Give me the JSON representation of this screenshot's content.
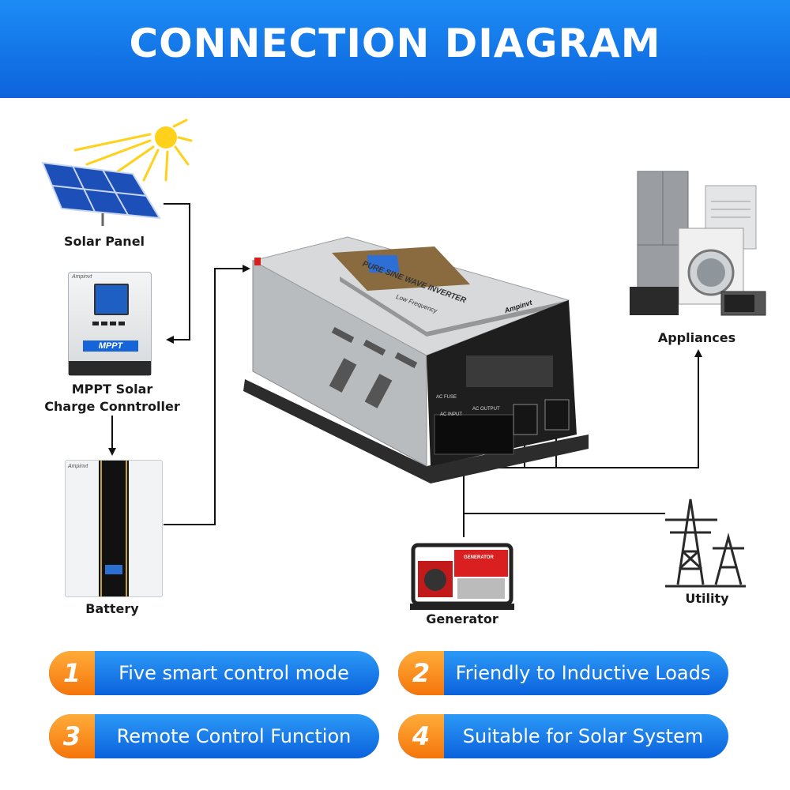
{
  "header": {
    "title": "CONNECTION DIAGRAM"
  },
  "components": {
    "solar_panel": "Solar Panel",
    "controller_line1": "MPPT Solar",
    "controller_line2": "Charge Conntroller",
    "battery": "Battery",
    "appliances": "Appliances",
    "generator": "Generator",
    "utility": "Utility"
  },
  "devices": {
    "controller_brand": "Ampinvt",
    "controller_badge": "MPPT",
    "battery_brand": "Ampinvt",
    "inverter_brand": "Ampinvt",
    "inverter_model_text": "PURE SINE WAVE INVERTER",
    "inverter_sub_text": "Low Frequency",
    "port_ac_input": "AC INPUT",
    "port_ac_output": "AC OUTPUT",
    "port_ac_fuse": "AC FUSE",
    "generator_label": "GENERATOR"
  },
  "features": [
    {
      "number": "1",
      "text": "Five smart control mode"
    },
    {
      "number": "2",
      "text": "Friendly to Inductive Loads"
    },
    {
      "number": "3",
      "text": "Remote Control Function"
    },
    {
      "number": "4",
      "text": "Suitable for Solar System"
    }
  ],
  "colors": {
    "header_blue": "#0d63dc",
    "pill_blue": "#1a80ec",
    "badge_orange": "#f7850f",
    "sun_yellow": "#ffd11a",
    "line_black": "#111111"
  }
}
